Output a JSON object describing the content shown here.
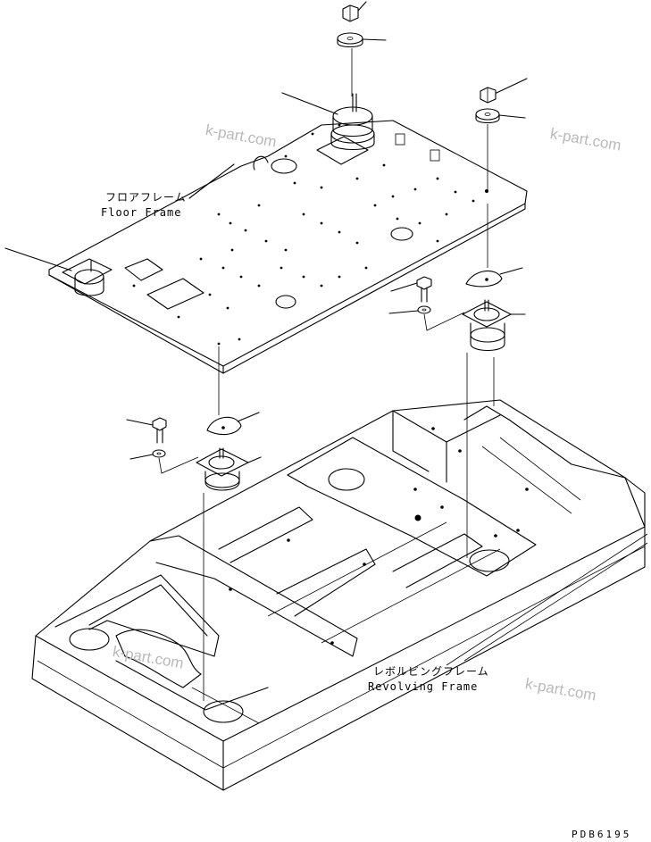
{
  "labels": {
    "floor_frame_jp": "フロアフレーム",
    "floor_frame_en": "Floor Frame",
    "revolving_frame_jp": "レボルビングフレーム",
    "revolving_frame_en": "Revolving Frame"
  },
  "watermarks": [
    "k-part.com",
    "k-part.com",
    "k-part.com",
    "k-part.com"
  ],
  "drawing_code": "PDB6195"
}
